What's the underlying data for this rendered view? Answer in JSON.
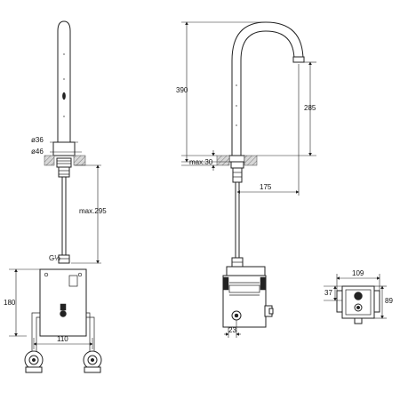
{
  "dimensions": {
    "d36": "ø36",
    "d46": "ø46",
    "max295": "max.295",
    "g12": "G½",
    "h180": "180",
    "w110": "110",
    "h390": "390",
    "h285": "285",
    "max30": "max.30",
    "reach175": "175",
    "box23": "23",
    "w109": "109",
    "h37": "37",
    "h89": "89"
  }
}
